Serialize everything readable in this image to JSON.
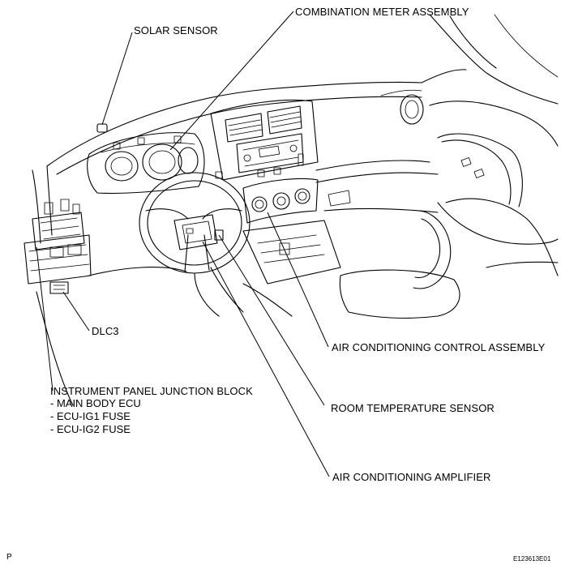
{
  "labels": {
    "solar_sensor": "SOLAR SENSOR",
    "combination_meter": "COMBINATION METER ASSEMBLY",
    "dlc3": "DLC3",
    "ac_control": "AIR CONDITIONING CONTROL ASSEMBLY",
    "junction_block": "INSTRUMENT PANEL JUNCTION BLOCK",
    "junction_block_items": [
      "- MAIN BODY ECU",
      "- ECU-IG1 FUSE",
      "- ECU-IG2 FUSE"
    ],
    "room_temp": "ROOM TEMPERATURE SENSOR",
    "ac_amplifier": "AIR CONDITIONING AMPLIFIER"
  },
  "footer": {
    "page_marker": "P",
    "figure_code": "E123613E01"
  }
}
